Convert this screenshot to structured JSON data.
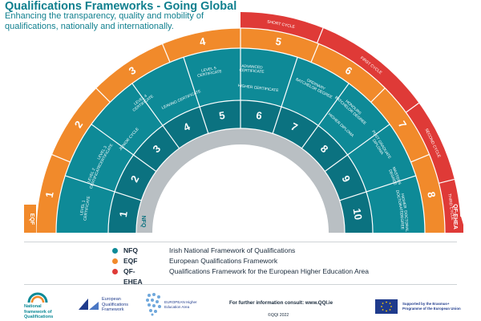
{
  "header": {
    "title": "Qualifications Frameworks - Going Global",
    "subtitle": "Enhancing the transparency, quality and mobility of qualifications, nationally and internationally."
  },
  "colors": {
    "teal": "#0e8a97",
    "teal_dark": "#0b7280",
    "orange": "#f18a2b",
    "red": "#df3a37",
    "grey": "#b9bfc3"
  },
  "diagram": {
    "eqf_label": "EQF",
    "nfq_label": "NFQ",
    "qfehea_label": "QF-EHEA",
    "nfq_levels": [
      "1",
      "2",
      "3",
      "4",
      "5",
      "6",
      "7",
      "8",
      "9",
      "10"
    ],
    "eqf_levels": [
      "1",
      "2",
      "3",
      "4",
      "5",
      "6",
      "7",
      "8"
    ],
    "qf_cycles": [
      "SHORT CYCLE",
      "FIRST CYCLE",
      "SECOND CYCLE",
      "THIRD CYCLE"
    ],
    "award_types": [
      [
        "LEVEL 1",
        "CERTIFICATE"
      ],
      [
        "LEVEL 2",
        "CERTIFICATE"
      ],
      [
        "LEVEL 3",
        "CERTIFICATE"
      ],
      [
        "JUNIOR CYCLE"
      ],
      [
        "LEVEL 4",
        "CERTIFICATE"
      ],
      [
        "LEAVING CERTIFICATE"
      ],
      [
        "LEVEL 5",
        "CERTIFICATE"
      ],
      [
        "ADVANCED",
        "CERTIFICATE"
      ],
      [
        "HIGHER CERTIFICATE"
      ],
      [
        "ORDINARY",
        "BATCHELOR DEGREE"
      ],
      [
        "HONOURS",
        "BATCHELOR DEGREE"
      ],
      [
        "HIGHER DIPLOMA"
      ],
      [
        "POST GRADUATE",
        "DIPLOMA"
      ],
      [
        "MASTERS",
        "DEGREE"
      ],
      [
        "HIGHER",
        "DOCTORATE"
      ],
      [
        "DOCTORAL",
        "DEGREE"
      ]
    ]
  },
  "legend": [
    {
      "code": "NFQ",
      "description": "Irish National Framework of Qualifications",
      "color": "#0e8a97"
    },
    {
      "code": "EQF",
      "description": "European Qualifications Framework",
      "color": "#f18a2b"
    },
    {
      "code": "QF-EHEA",
      "description": "Qualifications Framework for the European Higher Education Area",
      "color": "#df3a37"
    }
  ],
  "footer": {
    "logo_nfq": "National framework of Qualifications",
    "logo_eqf": "European Qualifications Framework",
    "logo_ehea": "EUROPEAN Higher Education Area",
    "consult": "For further information consult: www.QQI.ie",
    "copyright": "©QQI 2022",
    "eu_support": "Supported by the Erasmus+ Programme of the European Union"
  }
}
